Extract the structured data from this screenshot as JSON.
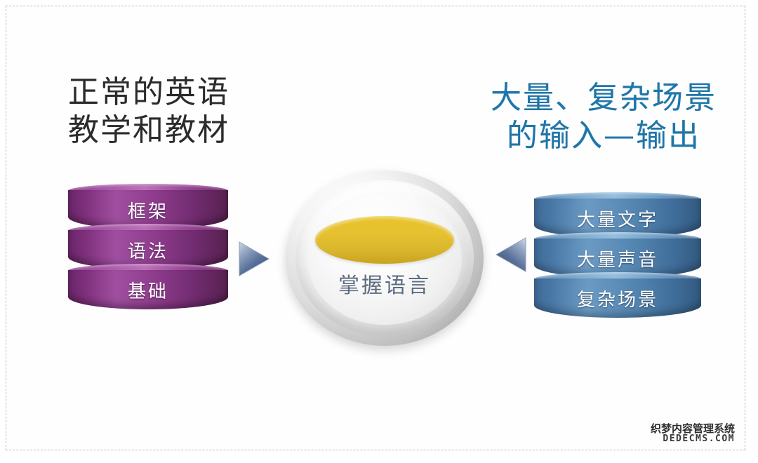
{
  "slide": {
    "background_color": "#fefefe",
    "border_color": "#b9b9b9"
  },
  "headings": {
    "left": {
      "line1": "正常的英语",
      "line2": "教学和教材",
      "color": "#2b2b2b"
    },
    "right": {
      "line1": "大量、复杂场景",
      "line2": "的输入—输出",
      "color": "#1f76a8"
    }
  },
  "left_stack": {
    "accent_color": "#7d2f7b",
    "items": [
      {
        "label": "框架"
      },
      {
        "label": "语法"
      },
      {
        "label": "基础"
      }
    ]
  },
  "right_stack": {
    "accent_color": "#4b7aa8",
    "items": [
      {
        "label": "大量文字"
      },
      {
        "label": "大量声音"
      },
      {
        "label": "复杂场景"
      }
    ]
  },
  "center": {
    "label": "掌握语言",
    "label_color": "#5c6b80",
    "highlight_color": "#e6c232",
    "shell_color": "#dcdcdc"
  },
  "arrows": {
    "left": {
      "name": "arrow-right-triangle",
      "direction": "right",
      "color": "#4a6186"
    },
    "right": {
      "name": "arrow-left-triangle",
      "direction": "left",
      "color": "#4a6186"
    }
  },
  "watermark": {
    "cn": "织梦内容管理系统",
    "en": "DEDECMS.COM"
  }
}
